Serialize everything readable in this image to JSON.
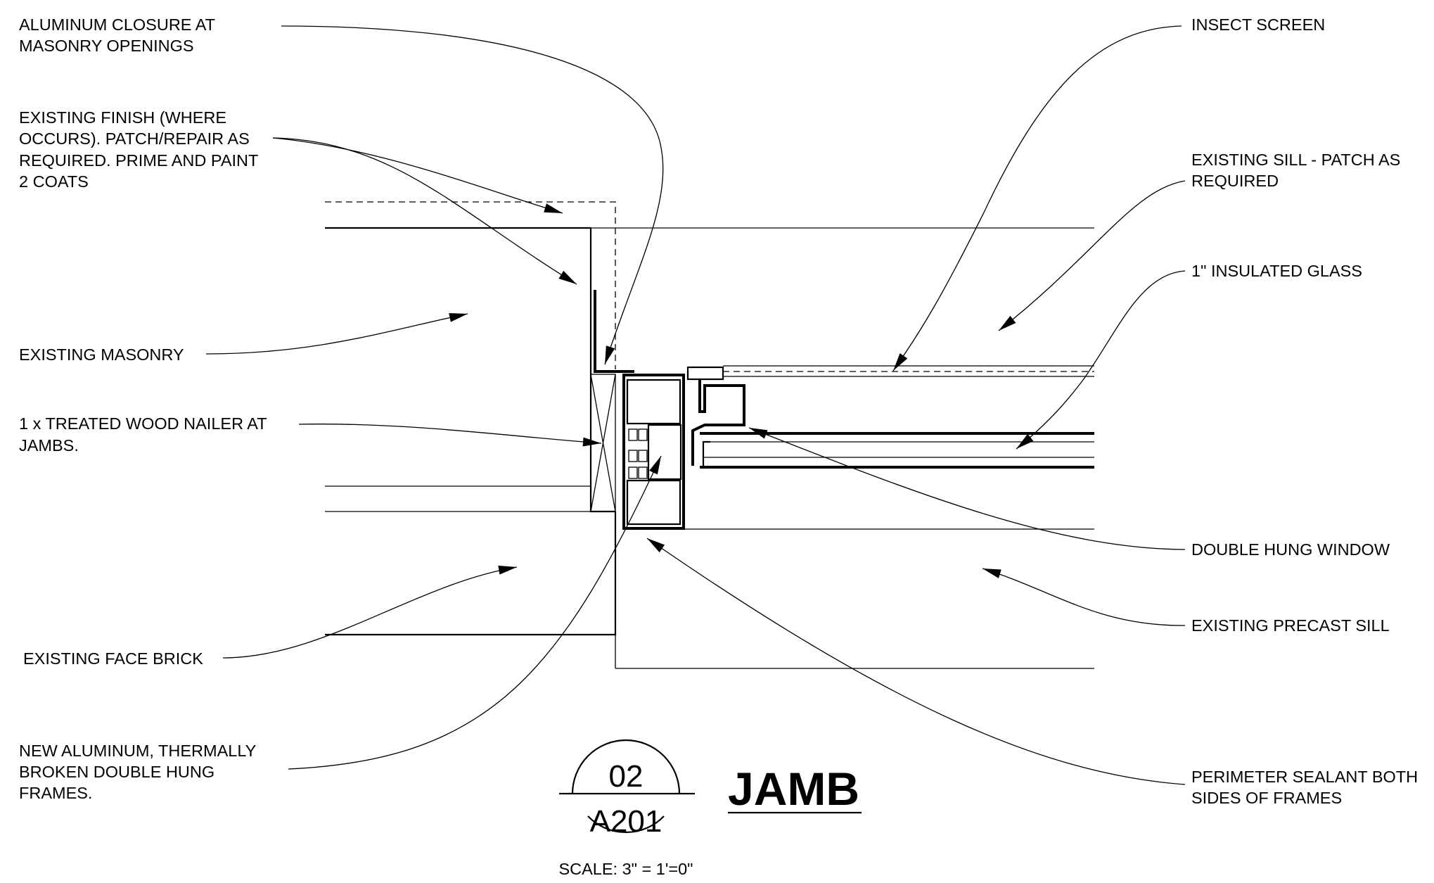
{
  "title": "JAMB",
  "detail_number": "02",
  "sheet_number": "A201",
  "scale": "SCALE: 3\" = 1'=0\"",
  "labels": {
    "aluminum_closure": [
      "ALUMINUM CLOSURE AT",
      "MASONRY OPENINGS"
    ],
    "existing_finish": [
      "EXISTING FINISH (WHERE",
      "OCCURS).  PATCH/REPAIR AS",
      "REQUIRED.  PRIME AND PAINT",
      "2 COATS"
    ],
    "existing_masonry": [
      "EXISTING MASONRY"
    ],
    "wood_nailer": [
      "1 x TREATED WOOD NAILER AT",
      "JAMBS."
    ],
    "face_brick": [
      "EXISTING FACE BRICK"
    ],
    "new_aluminum": [
      "NEW ALUMINUM, THERMALLY",
      "BROKEN DOUBLE HUNG",
      "FRAMES."
    ],
    "insect_screen": [
      "INSECT SCREEN"
    ],
    "existing_sill": [
      "EXISTING SILL - PATCH AS",
      "REQUIRED"
    ],
    "insulated_glass": [
      "1\" INSULATED GLASS"
    ],
    "double_hung": [
      "DOUBLE HUNG WINDOW"
    ],
    "precast_sill": [
      "EXISTING PRECAST SILL"
    ],
    "perimeter_sealant": [
      "PERIMETER SEALANT BOTH",
      "SIDES OF FRAMES"
    ]
  }
}
